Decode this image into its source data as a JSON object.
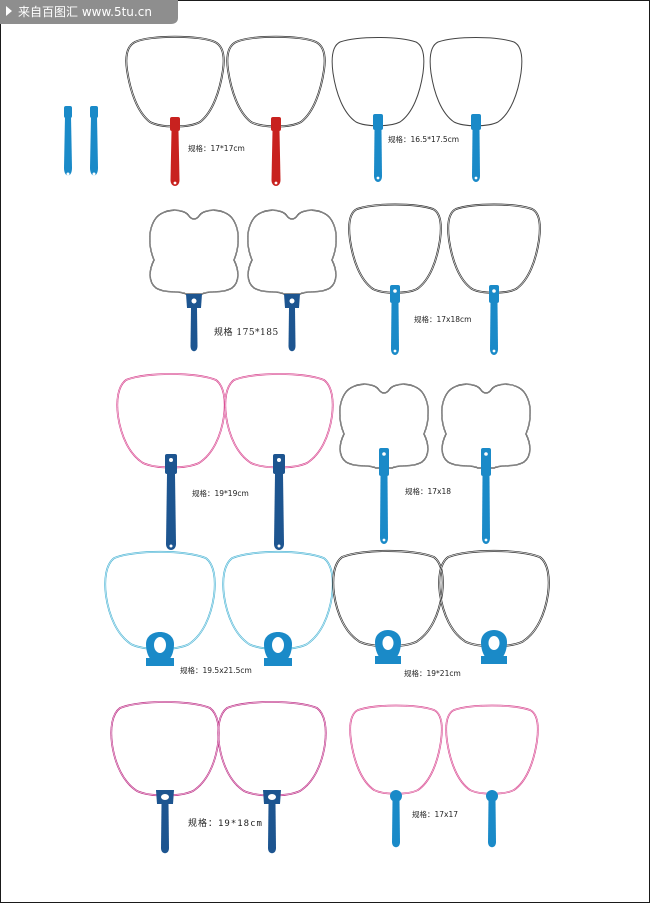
{
  "watermark": "来自百图汇 www.5tu.cn",
  "labels": {
    "spec_1": "规格：17*17cm",
    "spec_2": "规格：16.5*17.5cm",
    "spec_3": "规格 175*185",
    "spec_4": "规格：17x18cm",
    "spec_5": "规格：19*19cm",
    "spec_6": "规格：17x18",
    "spec_7": "规格：19.5x21.5cm",
    "spec_8": "规格：19*21cm",
    "spec_9": "规格：19*18cm",
    "spec_10": "规格：17x17"
  },
  "colors": {
    "background": "#ffffff",
    "frame_border": "#1a1a1a",
    "handle_red": "#c8221f",
    "handle_blue": "#1a8ac8",
    "handle_navy": "#1d5590",
    "handle_mid": "#2a78b8",
    "rim_black": "#333333",
    "rim_pink": "#d94a92",
    "rim_magenta": "#c0358a",
    "rim_cyan": "#4fb6d6"
  }
}
